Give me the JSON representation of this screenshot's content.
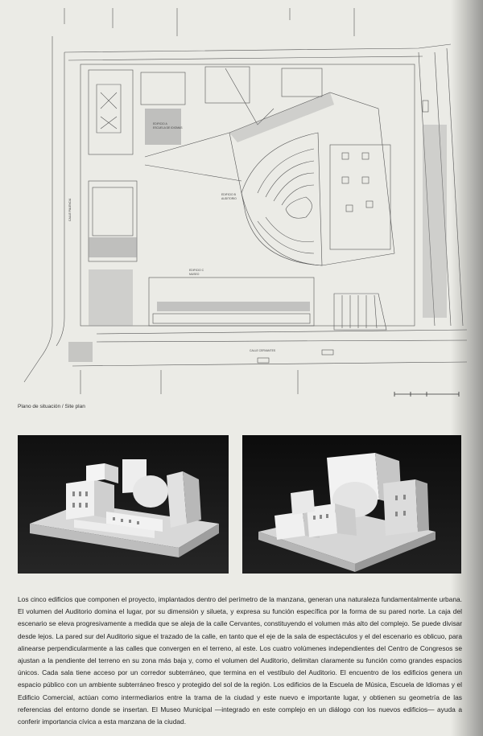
{
  "plan": {
    "caption": "Plano de situación / Site plan",
    "labels": {
      "block_a": "EDIFICIO A",
      "block_a_sub": "ESCUELA DE IDIOMAS",
      "block_b": "EDIFICIO B",
      "block_b_sub": "AUDITORIO",
      "block_c": "EDIFICIO C",
      "block_c_sub": "MUSEO",
      "street_left": "CALLE PALENCIA",
      "street_bottom": "CALLE CERVANTES"
    }
  },
  "photos": {
    "left": "model-photo-west",
    "right": "model-photo-east"
  },
  "body": {
    "paragraph": "Los cinco edificios que componen el proyecto, implantados dentro del perímetro de la manzana, generan una naturaleza fundamentalmente urbana. El volumen del Auditorio domina el lugar, por su dimensión y silueta, y expresa su función específica por la forma de su pared norte. La caja del escenario se eleva progresivamente a medida que se aleja de la calle Cervantes, constituyendo el volumen más alto del complejo. Se puede divisar desde lejos. La pared sur del Auditorio sigue el trazado de la calle, en tanto que el eje de la sala de espectáculos y el del escenario es oblicuo, para alinearse perpendicularmente a las calles que convergen en el terreno, al este. Los cuatro volúmenes independientes del Centro de Congresos se ajustan a la pendiente del terreno en su zona más baja y, como el volumen del Auditorio, delimitan claramente su función como grandes espacios únicos. Cada sala tiene acceso por un corredor subterráneo, que termina en el vestíbulo del Auditorio. El encuentro de los edificios genera un espacio público con un ambiente subterráneo fresco y protegido del sol de la región. Los edificios de la Escuela de Música, Escuela de Idiomas y el Edificio Comercial, actúan como intermediarios entre la trama de la ciudad y este nuevo e importante lugar, y obtienen su geometría de las referencias del entorno donde se insertan. El Museo Municipal —integrado en este complejo en un diálogo con los nuevos edificios— ayuda a conferir importancia cívica a esta manzana de la ciudad."
  }
}
